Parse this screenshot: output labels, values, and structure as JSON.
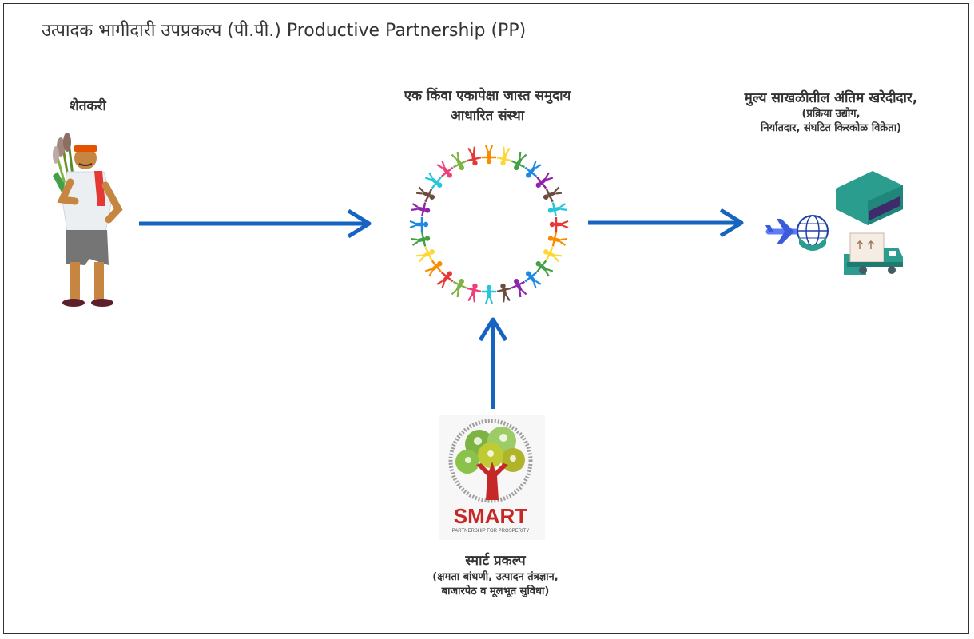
{
  "title": "उत्पादक भागीदारी उपप्रकल्प (पी.पी.)  Productive Partnership (PP)",
  "nodes": {
    "farmer": {
      "label": "शेतकरी"
    },
    "cbo": {
      "label_line1": "एक किंवा एकापेक्षा जास्त समुदाय",
      "label_line2": "आधारित संस्था"
    },
    "buyer": {
      "label_line1": "मुल्य साखळीतील अंतिम खरेदीदार,",
      "label_line2": "(प्रक्रिया उद्योग,",
      "label_line3": "निर्यातदार, संघटित किरकोळ विक्रेता)"
    },
    "smart": {
      "logo_text": "SMART",
      "logo_tagline": "PARTNERSHIP FOR PROSPERITY",
      "label": "स्मार्ट प्रकल्प",
      "sub_line1": "(क्षमता बांधणी, उत्पादन तंत्रज्ञान,",
      "sub_line2": "बाजारपेठ व मूलभूत सुविधा)"
    }
  },
  "colors": {
    "arrow": "#1565c0",
    "ring_palette": [
      "#e53935",
      "#fb8c00",
      "#fdd835",
      "#43a047",
      "#1e88e5",
      "#8e24aa",
      "#6d4c41",
      "#26c6da",
      "#ec407a",
      "#7cb342"
    ],
    "warehouse": "#2a9d8f",
    "logo_red": "#c62828"
  },
  "icons": [
    "farmer-icon",
    "people-ring-icon",
    "airplane-icon",
    "globe-icon",
    "warehouse-icon",
    "truck-icon",
    "box-icon",
    "smart-logo-icon"
  ]
}
